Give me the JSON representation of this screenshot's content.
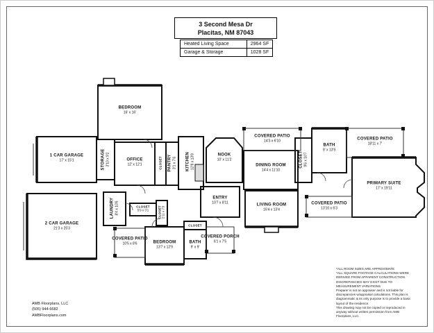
{
  "header": {
    "address_line1": "3 Second Mesa Dr",
    "address_line2": "Placitas, NM 87043"
  },
  "summary": {
    "rows": [
      {
        "label": "Heated Living Space",
        "value": "2964 SF"
      },
      {
        "label": "Garage & Storage",
        "value": "1028 SF"
      }
    ]
  },
  "rooms": [
    {
      "name": "BEDROOM",
      "dims": "16' x 16'"
    },
    {
      "name": "STORAGE",
      "dims": "3'10 x 9'2"
    },
    {
      "name": "1 CAR GARAGE",
      "dims": "17' x 15'1"
    },
    {
      "name": "OFFICE",
      "dims": "12' x 12'1"
    },
    {
      "name": "CLOSET",
      "dims": ""
    },
    {
      "name": "PANTRY",
      "dims": "3'1 x 7'6"
    },
    {
      "name": "KITCHEN",
      "dims": "12'8 x 13'8"
    },
    {
      "name": "NOOK",
      "dims": "10' x 11'2"
    },
    {
      "name": "COVERED PATIO",
      "dims": "14'3 x 6'10"
    },
    {
      "name": "DINING ROOM",
      "dims": "14'4 x 11'10"
    },
    {
      "name": "BATH",
      "dims": "9' x 13'9"
    },
    {
      "name": "CLOSET",
      "dims": "9'6 x 10'7"
    },
    {
      "name": "COVERED PATIO",
      "dims": "18'11 x 7'"
    },
    {
      "name": "PRIMARY SUITE",
      "dims": "17' x 19'11"
    },
    {
      "name": "COVERED PATIO",
      "dims": "13'10 x 6'3"
    },
    {
      "name": "LIVING ROOM",
      "dims": "16'4 x 13'4"
    },
    {
      "name": "ENTRY",
      "dims": "10'7 x 8'11"
    },
    {
      "name": "LAUNDRY",
      "dims": "8'4 x 10'6"
    },
    {
      "name": "CLOSET",
      "dims": "5'9 x 3'1"
    },
    {
      "name": "CLOSET",
      "dims": "2'11 x 7'3"
    },
    {
      "name": "2 CAR GARAGE",
      "dims": "21'3 x 25'3"
    },
    {
      "name": "COVERED PATIO",
      "dims": "10'5 x 8'6"
    },
    {
      "name": "BEDROOM",
      "dims": "13'7 x 12'9"
    },
    {
      "name": "BATH",
      "dims": "9' x 9'"
    },
    {
      "name": "CLOSET",
      "dims": ""
    },
    {
      "name": "COVERED PORCH",
      "dims": "6'1 x 7'5"
    }
  ],
  "footer": {
    "company": "AMB Floorplans, LLC",
    "phone": "(505) 944-6682",
    "website": "AMBFloorplans.com",
    "disclaimer": "*ALL ROOM SIZES ARE APPROXIMATE\n*ALL SQUARE FOOTAGE CALCULATIONS WERE\nDERIVED FROM APPARENT CONSTRUCTION.\nDISCREPANCIES MAY EXIST DUE TO\nMEASUREMENT VARIATIONS\nPreparer is not an appraiser and is not liable for\ndiscrepancies w/appraisal calculations. This plan is\ndiagrammatic & its only purpose is to provide a basic\nlayout of the residence.\nThis drawing may not be copied or reproduced in\nanyway without written permission from AMB\nFloorplans, LLC."
  },
  "colors": {
    "wall_color": "#111111",
    "patio_line_color": "#333333",
    "paper_color": "#ffffff"
  }
}
